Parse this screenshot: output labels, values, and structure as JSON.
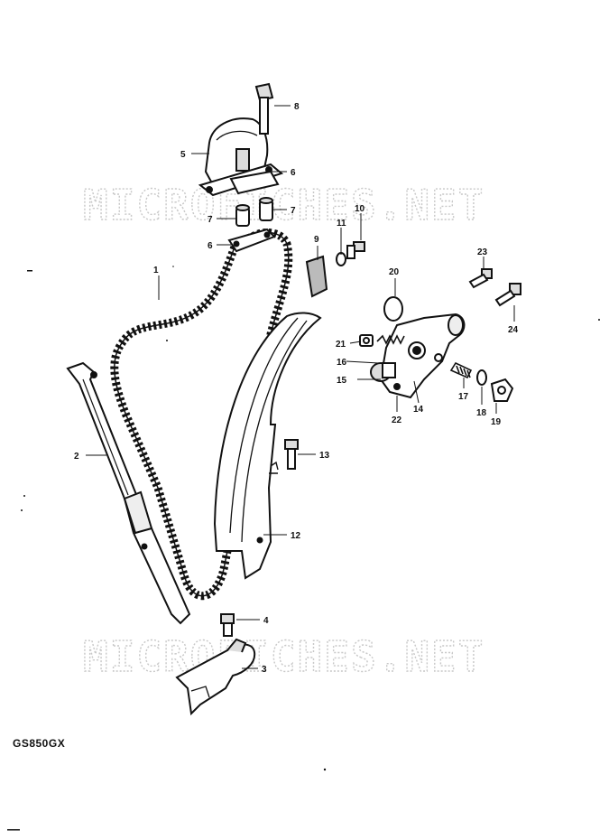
{
  "watermark": {
    "text": "MICROFICHES.NET"
  },
  "model_label": "GS850GX",
  "callouts": {
    "c1": "1",
    "c2": "2",
    "c3": "3",
    "c4": "4",
    "c5": "5",
    "c6a": "6",
    "c6b": "6",
    "c7a": "7",
    "c7b": "7",
    "c8": "8",
    "c9": "9",
    "c10": "10",
    "c11": "11",
    "c12": "12",
    "c13": "13",
    "c14": "14",
    "c15": "15",
    "c16": "16",
    "c17": "17",
    "c18": "18",
    "c19": "19",
    "c20": "20",
    "c21": "21",
    "c22": "22",
    "c23": "23",
    "c24": "24"
  }
}
